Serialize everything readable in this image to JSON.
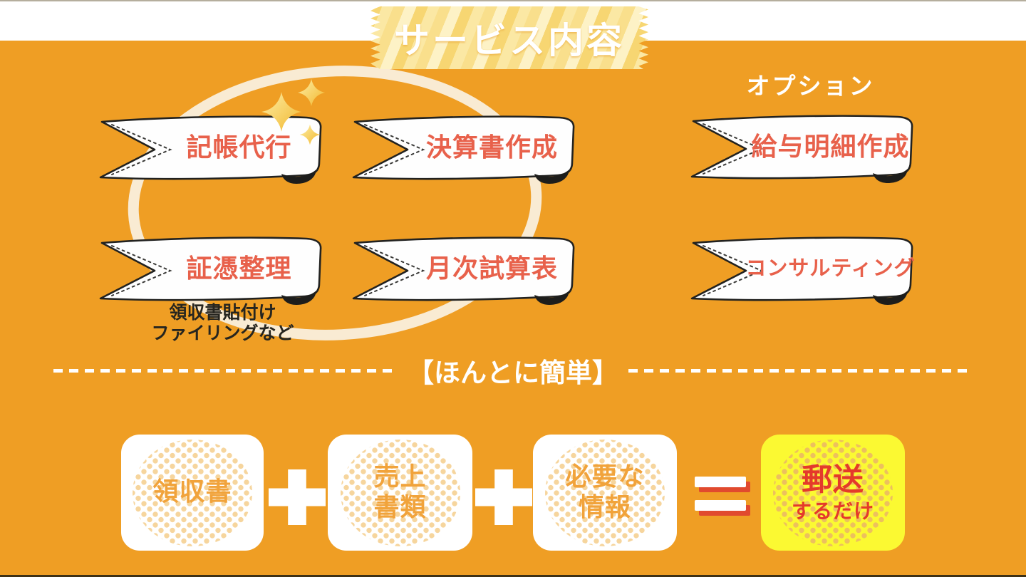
{
  "header": {
    "title": "サービス内容",
    "options_label": "オプション"
  },
  "services": {
    "main": [
      {
        "label": "記帳代行"
      },
      {
        "label": "決算書作成"
      },
      {
        "label": "証憑整理"
      },
      {
        "label": "月次試算表"
      }
    ],
    "optional": [
      {
        "label": "給与明細作成"
      },
      {
        "label": "コンサルティング"
      }
    ],
    "note": {
      "line1": "領収書貼付け",
      "line2": "ファイリングなど"
    }
  },
  "divider": {
    "label": "【ほんとに簡単】"
  },
  "flow": {
    "steps": [
      {
        "line1": "領収書"
      },
      {
        "line1": "売上",
        "line2": "書類"
      },
      {
        "line1": "必要な",
        "line2": "情報"
      }
    ],
    "result": {
      "line1": "郵送",
      "line2": "するだけ"
    }
  },
  "colors": {
    "background": "#EF9E24",
    "header_strip": "#FFFFFF",
    "ribbon_text": "#E8614B",
    "step_text": "#F1A33B",
    "result_text": "#E43A2B",
    "result_bg": "#FBF932",
    "tape_stripe_dark": "#F7D672",
    "tape_stripe_light": "#FBE8A4",
    "circle_cream": "#F9EBD3",
    "equals_shadow": "#E14A2E"
  }
}
